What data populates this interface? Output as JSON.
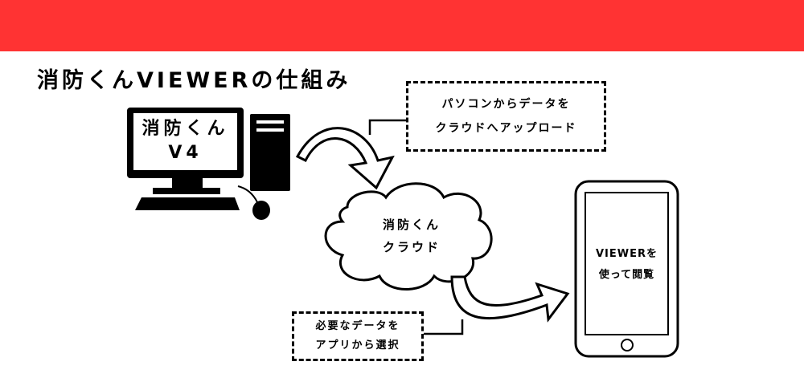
{
  "header": {
    "bar_color": "#ff3333"
  },
  "title": "消防くんVIEWERの仕組み",
  "pc": {
    "screen_line1": "消防くん",
    "screen_line2": "V4"
  },
  "upload_note": {
    "line1": "パソコンからデータを",
    "line2": "クラウドへアップロード"
  },
  "cloud": {
    "line1": "消防くん",
    "line2": "クラウド"
  },
  "select_note": {
    "line1": "必要なデータを",
    "line2": "アプリから選択"
  },
  "phone": {
    "screen_line1": "VIEWERを",
    "screen_line2": "使って閲覧"
  }
}
